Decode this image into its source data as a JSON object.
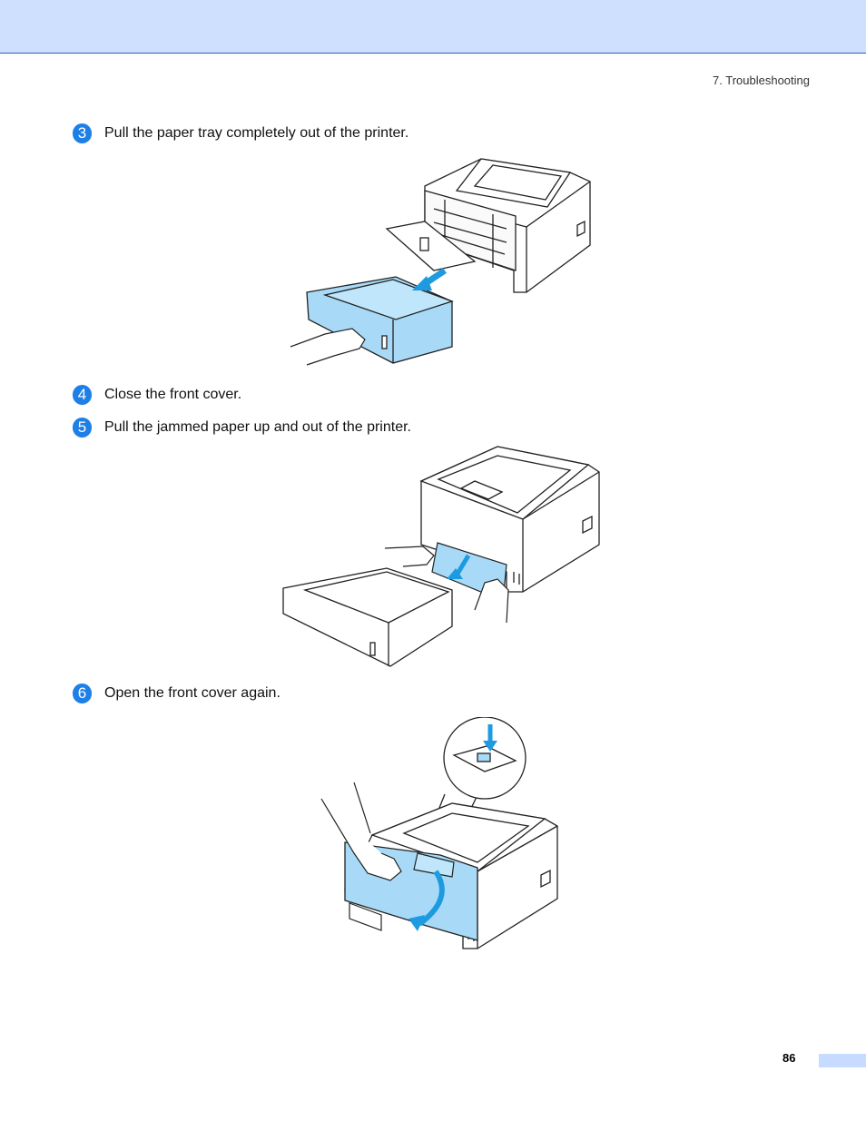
{
  "header": {
    "section": "7. Troubleshooting"
  },
  "steps": [
    {
      "num": "3",
      "text": "Pull the paper tray completely out of the printer."
    },
    {
      "num": "4",
      "text": "Close the front cover."
    },
    {
      "num": "5",
      "text": "Pull the jammed paper up and out of the printer."
    },
    {
      "num": "6",
      "text": "Open the front cover again."
    }
  ],
  "footer": {
    "page_number": "86"
  },
  "colors": {
    "accent_blue": "#1e7fe6",
    "highlight_blue": "#a8daf7",
    "band": "#cfe0ff"
  }
}
